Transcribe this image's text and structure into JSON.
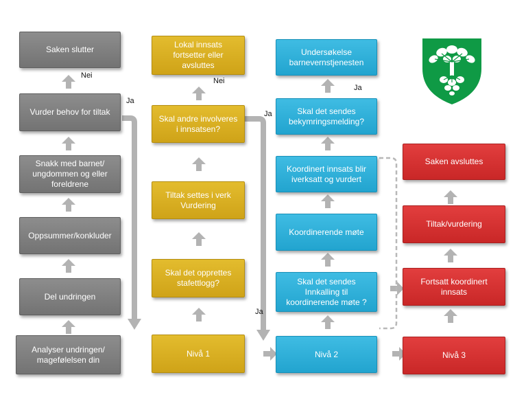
{
  "colors": {
    "level0": "#808080",
    "level1": "#d9ad20",
    "level2": "#2aaed8",
    "level3": "#d43232",
    "arrow": "#b3b3b3",
    "crest_green": "#0f9a45"
  },
  "column_gray": {
    "boxes": [
      "Saken slutter",
      "Vurder behov for tiltak",
      "Snakk med barnet/ ungdommen og eller foreldrene",
      "Oppsummer/konkluder",
      "Del undringen",
      "Analyser undringen/ magefølelsen din"
    ],
    "labels": {
      "nei": "Nei",
      "ja": "Ja"
    }
  },
  "column_gold": {
    "boxes": [
      "Lokal innsats fortsetter eller avsluttes",
      "Skal andre involveres i innsatsen?",
      "Tiltak settes i verk Vurdering",
      "Skal det opprettes stafettlogg?",
      "Nivå 1"
    ],
    "labels": {
      "nei": "Nei",
      "ja_top": "Ja",
      "ja_bottom": "Ja"
    }
  },
  "column_blue": {
    "boxes": [
      "Undersøkelse barnevernstjenesten",
      "Skal det sendes bekymringsmelding?",
      "Koordinert innsats blir iverksatt og vurdert",
      "Koordinerende møte",
      "Skal det sendes Innkalling til koordinerende møte ?",
      "Nivå 2"
    ],
    "labels": {
      "ja": "Ja"
    }
  },
  "column_red": {
    "boxes": [
      "Saken avsluttes",
      "Tiltak/vurdering",
      "Fortsatt koordinert innsats",
      "Nivå 3"
    ]
  },
  "crest": {
    "icon": "tree-coat-of-arms"
  }
}
